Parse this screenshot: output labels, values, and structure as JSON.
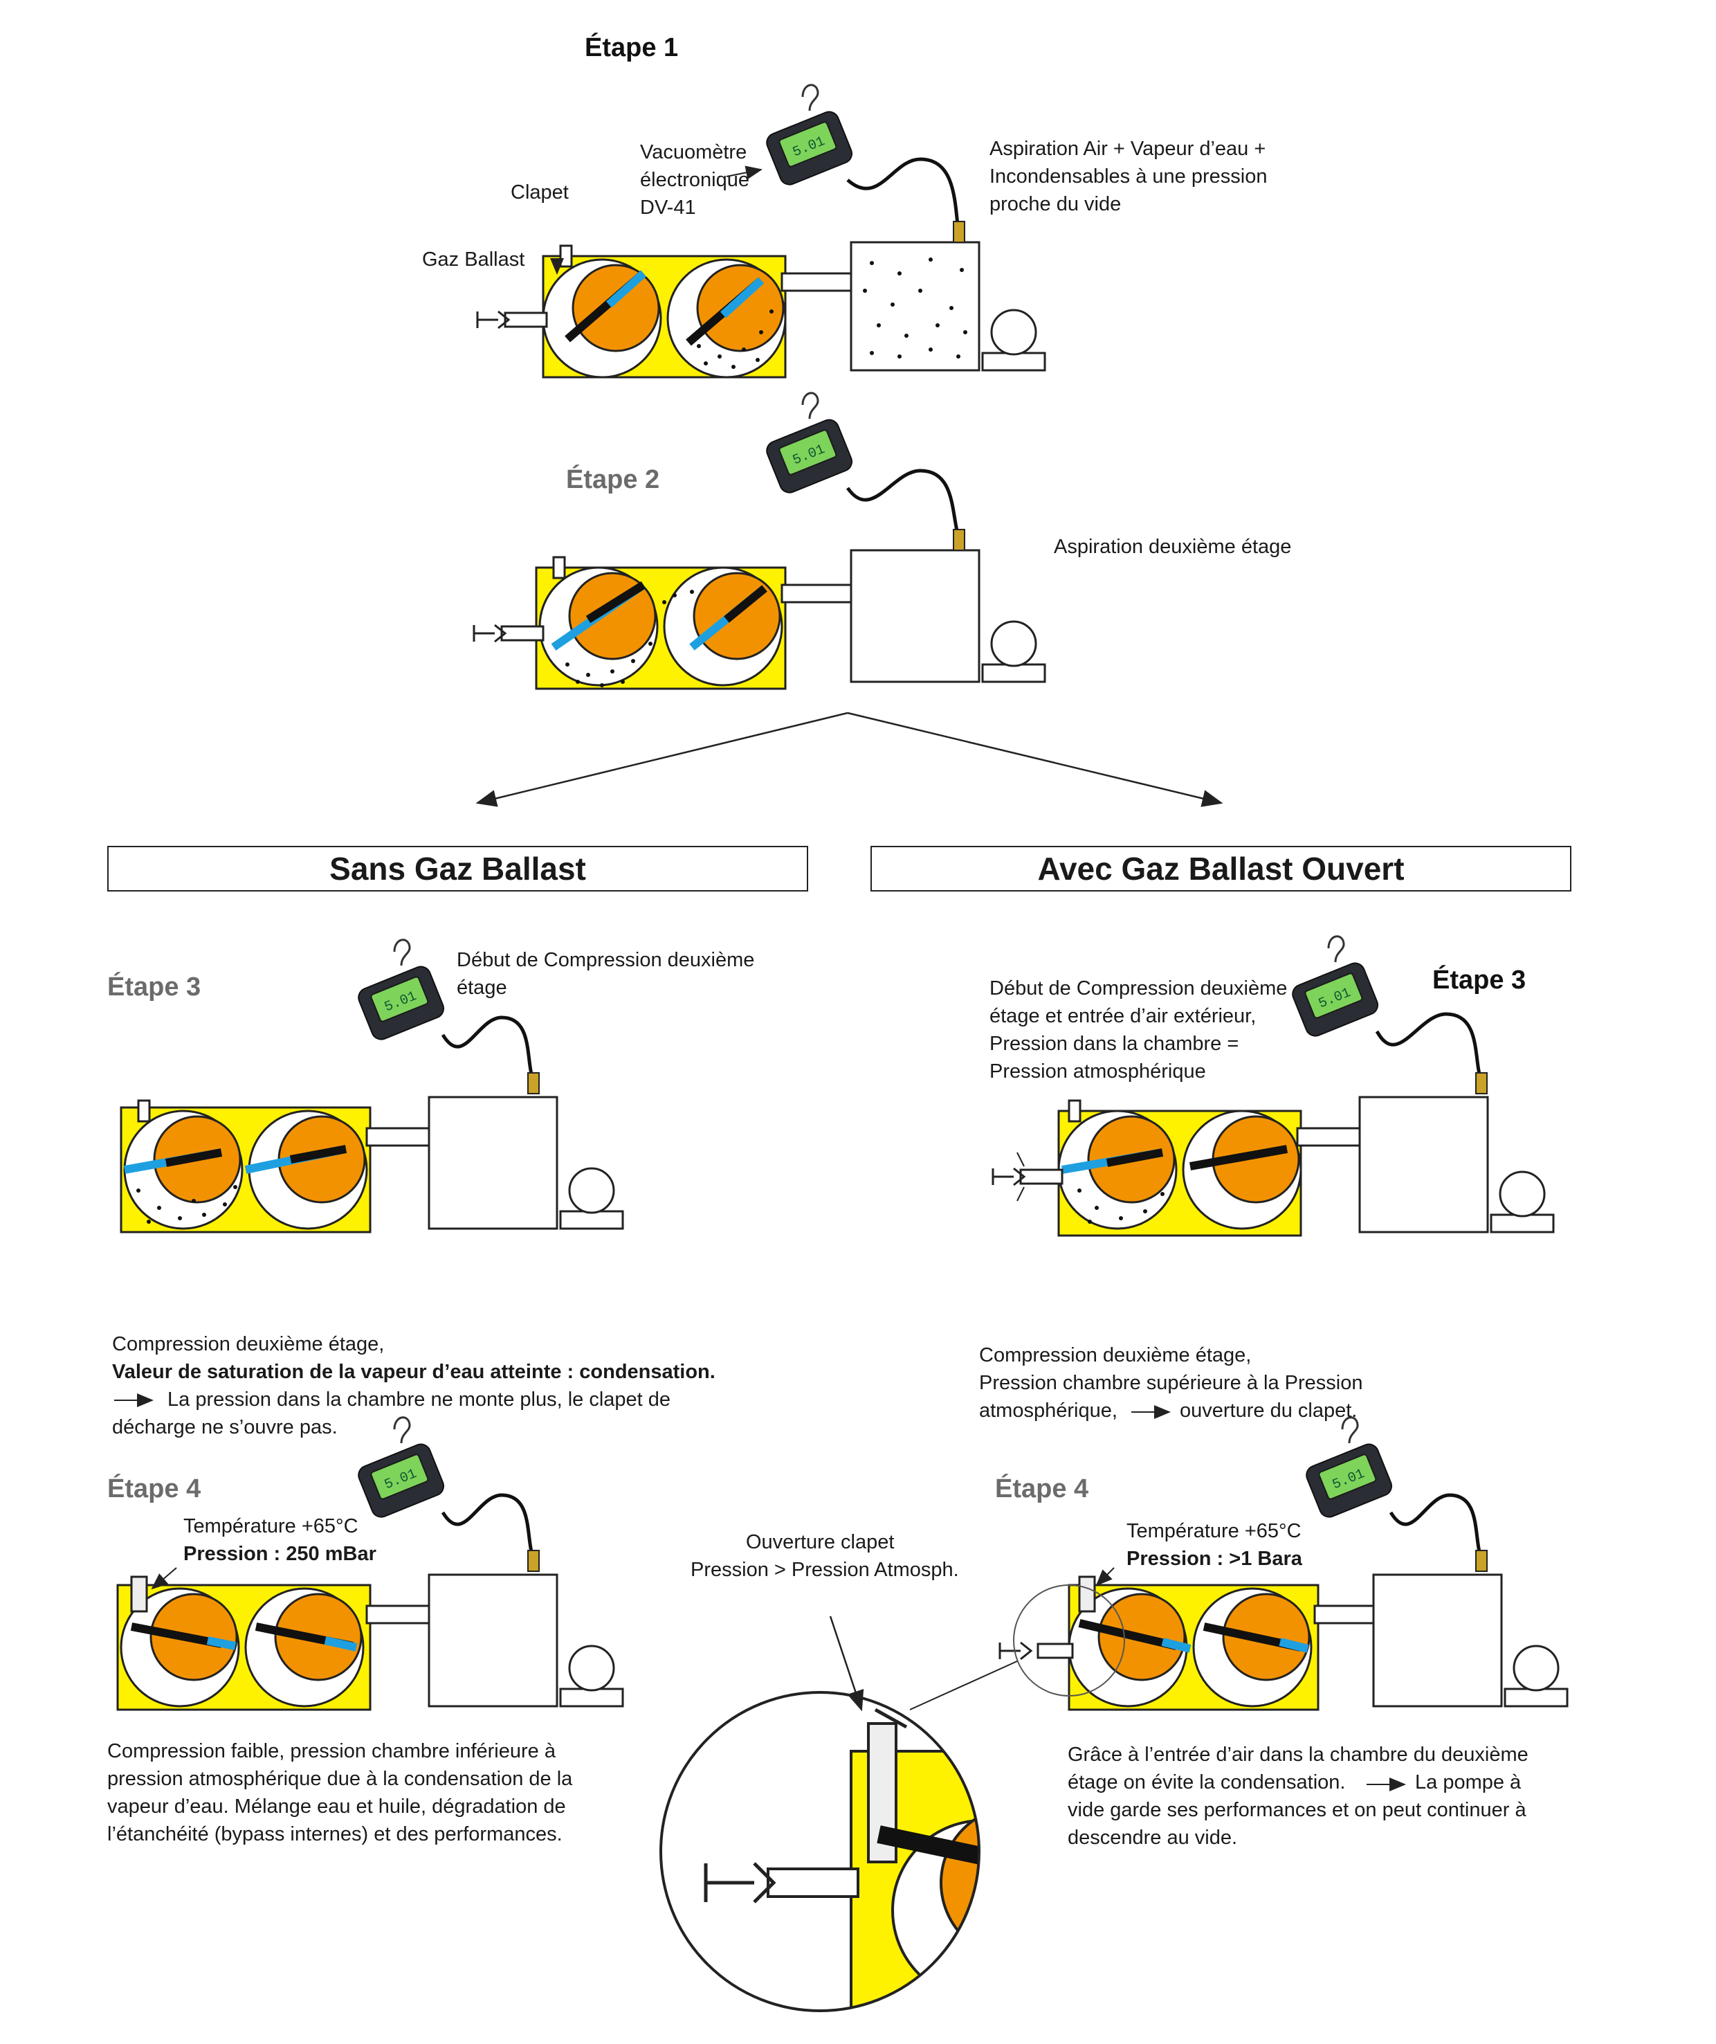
{
  "colors": {
    "pump_body": "#fff200",
    "rotor": "#f39200",
    "vane_blue": "#1ea0e0",
    "gauge_screen": "#7ed35a",
    "outline": "#222222"
  },
  "steps": {
    "s1": "Étape 1",
    "s2": "Étape 2",
    "s3_left": "Étape 3",
    "s3_right": "Étape 3",
    "s4_left": "Étape 4",
    "s4_right": "Étape 4"
  },
  "labels": {
    "clapet": "Clapet",
    "gaz_ballast": "Gaz Ballast",
    "vacuometre": [
      "Vacuomètre",
      "électronique",
      "DV-41"
    ],
    "aspiration_1": [
      "Aspiration Air + Vapeur d’eau +",
      "Incondensables à une pression",
      "proche du vide"
    ],
    "aspiration_2": "Aspiration deuxième étage",
    "gauge_value": "5.01"
  },
  "branches": {
    "left": "Sans Gaz Ballast",
    "right": "Avec Gaz Ballast Ouvert"
  },
  "left": {
    "s3_text": [
      "Début de Compression deuxième",
      "étage"
    ],
    "compression_line1": "Compression deuxième étage,",
    "compression_line2": "Valeur de saturation de la vapeur d’eau atteinte : condensation.",
    "compression_line3": "La pression dans la chambre ne monte plus, le clapet de",
    "compression_line4": "décharge ne s’ouvre pas.",
    "temp": "Température +65°C",
    "pressure": "Pression : 250 mBar",
    "result": [
      "Compression faible, pression chambre inférieure à",
      "pression atmosphérique due à la condensation de la",
      "vapeur d’eau. Mélange eau et huile, dégradation de",
      "l’étanchéité (bypass internes) et des performances."
    ]
  },
  "right": {
    "s3_text": [
      "Début de Compression deuxième",
      "étage et entrée d’air extérieur,",
      "Pression dans la chambre =",
      "Pression atmosphérique"
    ],
    "compression_line1": "Compression deuxième étage,",
    "compression_line2": "Pression chambre supérieure à la Pression",
    "compression_line3a": "atmosphérique,",
    "compression_line3b": "ouverture du clapet.",
    "temp": "Température +65°C",
    "pressure": "Pression : >1 Bara",
    "result_line1": "Grâce à l’entrée d’air dans la chambre du deuxième",
    "result_line2a": "étage on évite la condensation.",
    "result_line2b": "La pompe à",
    "result_line3": "vide garde ses performances et on peut continuer à",
    "result_line4": "descendre au vide."
  },
  "zoom": {
    "label": [
      "Ouverture clapet",
      "Pression > Pression Atmosph."
    ]
  }
}
